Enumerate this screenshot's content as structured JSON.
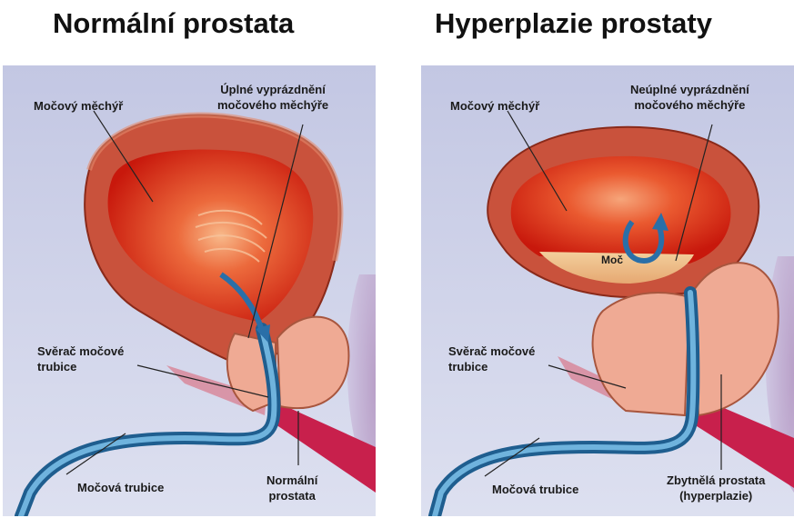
{
  "left": {
    "title": "Normální prostata",
    "labels": {
      "bladder": "Močový měchýř",
      "emptying_1": "Úplné vyprázdnění",
      "emptying_2": "močového měchýře",
      "sphincter_1": "Svěrač močové",
      "sphincter_2": "trubice",
      "urethra": "Močová trubice",
      "prostate_1": "Normální",
      "prostate_2": "prostata"
    }
  },
  "right": {
    "title": "Hyperplazie prostaty",
    "labels": {
      "bladder": "Močový měchýř",
      "emptying_1": "Neúplné vyprázdnění",
      "emptying_2": "močového měchýře",
      "urine": "Moč",
      "sphincter_1": "Svěrač močové",
      "sphincter_2": "trubice",
      "urethra": "Močová trubice",
      "prostate_1": "Zbytnělá prostata",
      "prostate_2": "(hyperplazie)"
    }
  },
  "colors": {
    "background": "#c9cde6",
    "bladder_wall": "#c9523c",
    "bladder_inner": "#d92a14",
    "bladder_glow": "#f6a57a",
    "prostate": "#efaa94",
    "urethra": "#3a7fb3",
    "urine": "#f0c58e",
    "muscle": "#c8204c"
  }
}
